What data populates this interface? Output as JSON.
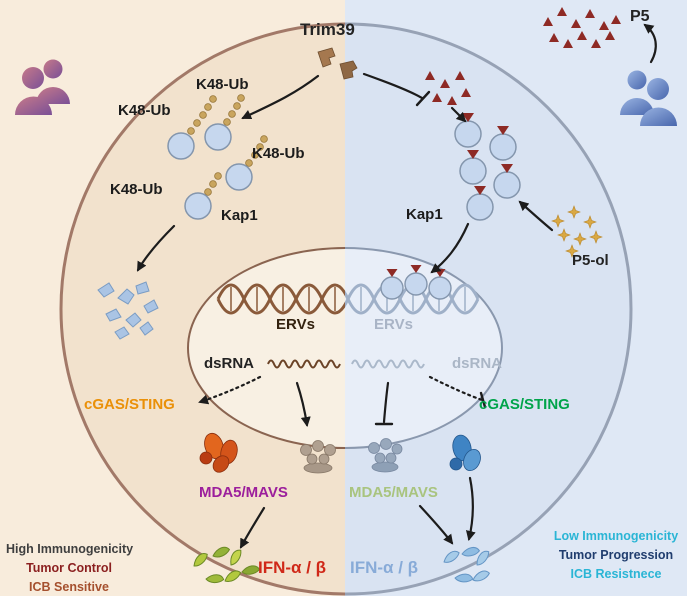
{
  "labels": {
    "trim39": "Trim39",
    "p5": "P5",
    "p5ol": "P5-ol",
    "kap1": "Kap1",
    "k48ub": "K48-Ub",
    "ervs": "ERVs",
    "dsrna": "dsRNA",
    "cgas_sting": "cGAS/STING",
    "mda5_mavs": "MDA5/MAVS",
    "ifn": "IFN-α / β"
  },
  "outcomes": {
    "left": {
      "line1": "High Immunogenicity",
      "line2": "Tumor Control",
      "line3": "ICB Sensitive"
    },
    "right": {
      "line1": "Low Immunogenicity",
      "line2": "Tumor Progression",
      "line3": "ICB Resistnece"
    }
  },
  "icons": {
    "persons_left": "two-person-silhouette-warm",
    "persons_right": "two-person-silhouette-blue",
    "trim39_pieces": "trim39-protein-fragments",
    "p5_triangles": "p5-molecule-triangles",
    "p5ol_stars": "p5ol-molecule-stars",
    "kap1_circles": "kap1-protein-circle",
    "ubiquitin_chains": "k48-ubiquitin-bead-chain",
    "degraded_fragments": "degraded-kap1-shards",
    "dna_helix": "dna-double-helix",
    "dsrna_wave": "dsrna-squiggle",
    "ifn_molecules": "interferon-leaf-shapes",
    "arrows": "activation-arrow",
    "tbars": "inhibition-bar"
  },
  "colors": {
    "left_bg": "#f8ecdc",
    "right_bg": "#dfe8f5",
    "cell_left": "#f2e2cd",
    "cell_right": "#d9e3f2",
    "membrane_left": "#a27968",
    "membrane_right": "#97a2b5",
    "cgas_left": "#ea9008",
    "cgas_right": "#00a44a",
    "mda5_left": "#9c1f9c",
    "mda5_right": "#a9c47f",
    "ifn_left": "#d02818",
    "ifn_right": "#88abd8",
    "ervs_left_text": "#33220f",
    "ervs_right_text": "#a9b4c6",
    "p5_triangle": "#8e2a25",
    "p5ol_star": "#d9a843",
    "outcome_left_1": "#3f3f3f",
    "outcome_left_2": "#8b1f1f",
    "outcome_left_3": "#a5502e",
    "outcome_right_cyan": "#2ab5d5",
    "outcome_right_navy": "#203d6e"
  }
}
